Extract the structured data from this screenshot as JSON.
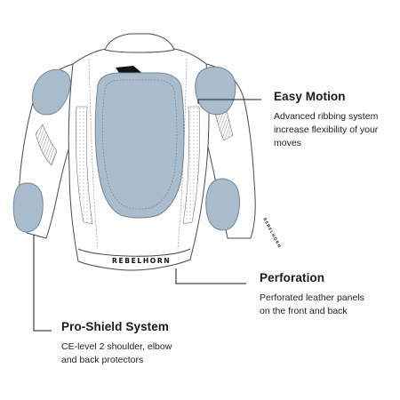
{
  "diagram": {
    "brand_label": "REBELHORN",
    "sleeve_label": "REBELHORN",
    "colors": {
      "outline": "#4a4a4a",
      "leather": "#ffffff",
      "protector_fill": "#a9bccb",
      "protector_stroke": "#6f8699",
      "callout_line": "#1a1a1a",
      "text": "#1a1a1a"
    }
  },
  "callouts": {
    "easy_motion": {
      "title": "Easy Motion",
      "desc_line1": "Advanced ribbing system",
      "desc_line2": "increase flexibility of your",
      "desc_line3": "moves"
    },
    "perforation": {
      "title": "Perforation",
      "desc_line1": "Perforated leather panels",
      "desc_line2": "on the front and back"
    },
    "pro_shield": {
      "title": "Pro-Shield System",
      "desc_line1": "CE-level 2 shoulder, elbow",
      "desc_line2": "and back protectors"
    }
  }
}
